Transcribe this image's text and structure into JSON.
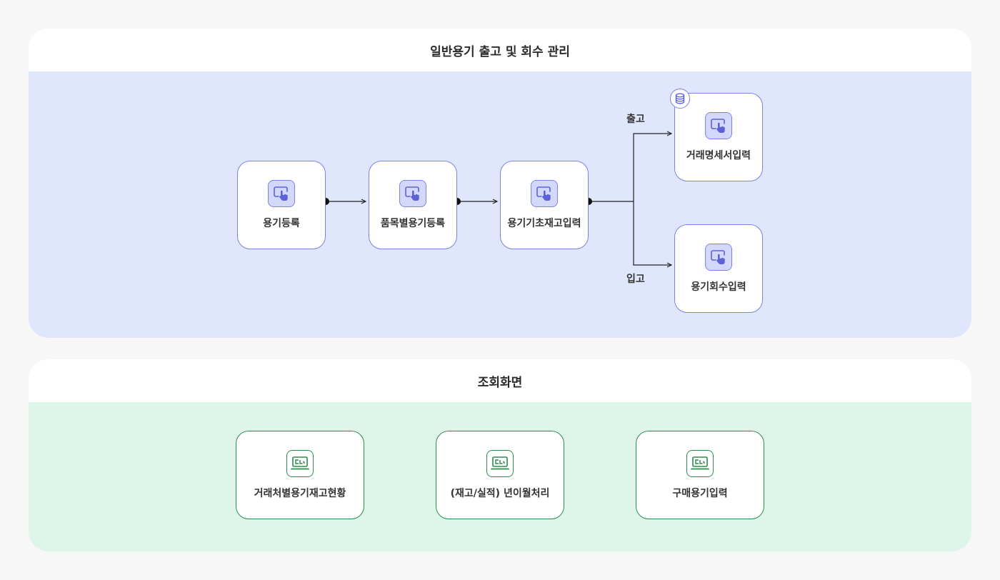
{
  "flow_panel": {
    "title": "일반용기 출고 및 회수 관리",
    "nodes": [
      {
        "label": "용기등록",
        "icon": "touch-screen-icon"
      },
      {
        "label": "품목별용기등록",
        "icon": "touch-screen-icon"
      },
      {
        "label": "용기기초재고입력",
        "icon": "touch-screen-icon"
      },
      {
        "label": "거래명세서입력",
        "icon": "touch-screen-icon",
        "badge": "database-icon"
      },
      {
        "label": "용기회수입력",
        "icon": "touch-screen-icon"
      }
    ],
    "branch_labels": {
      "outbound": "출고",
      "inbound": "입고"
    }
  },
  "view_panel": {
    "title": "조회화면",
    "nodes": [
      {
        "label": "거래처별용기재고현황",
        "icon": "monitor-icon"
      },
      {
        "label": "(재고/실적) 년이월처리",
        "icon": "monitor-icon"
      },
      {
        "label": "구매용기입력",
        "icon": "monitor-icon"
      }
    ]
  },
  "colors": {
    "page_background": "#f7f7f7",
    "flow_background": "#e0e6fc",
    "flow_accent": "#7b83e6",
    "view_background": "#def5ea",
    "view_accent": "#2b8a4e"
  }
}
